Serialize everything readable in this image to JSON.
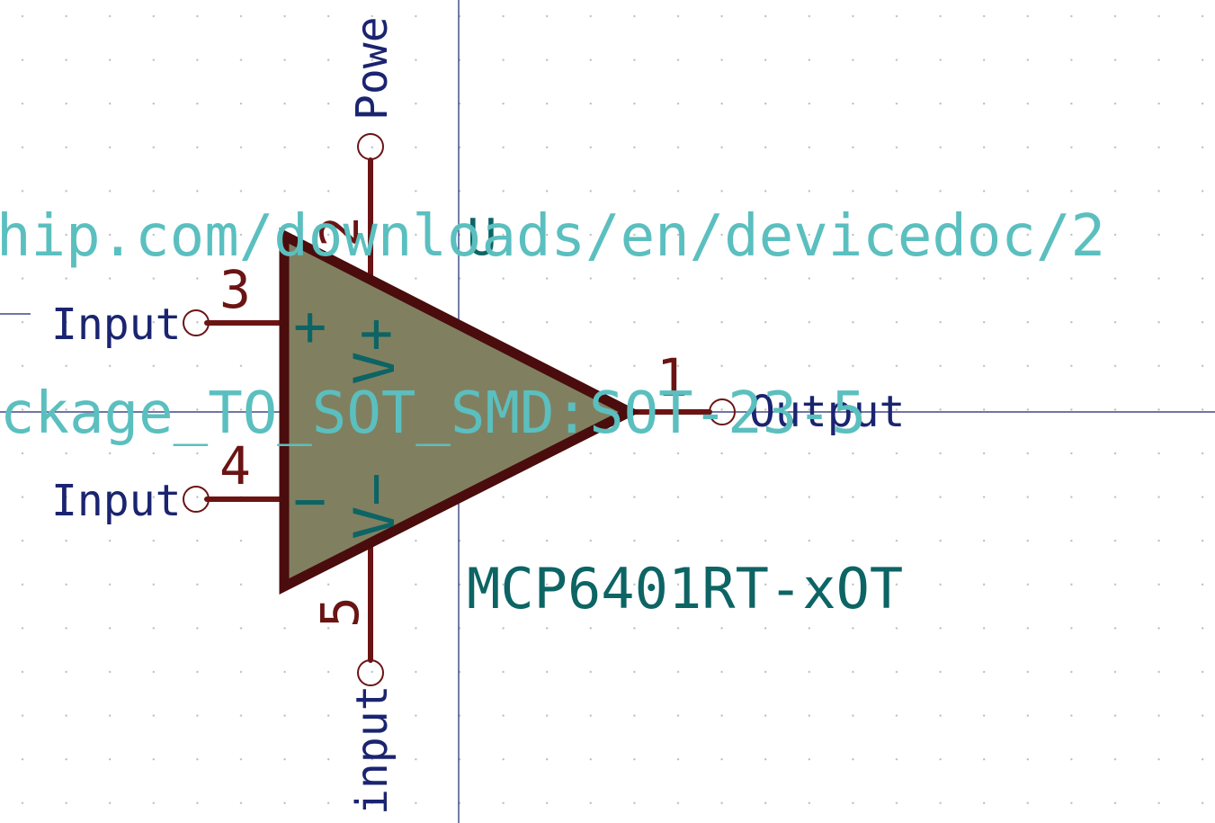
{
  "colors": {
    "background": "#ffffff",
    "grid_dot": "#b8b8b8",
    "body_fill": "#808060",
    "body_outline": "#4a0c0c",
    "pin": "#6b1414",
    "pin_name": "#1a2470",
    "symbol_text": "#0d6464",
    "overlay_text": "#5bbfbf"
  },
  "symbol": {
    "reference": "U",
    "value": "MCP6401RT-xOT",
    "footprint": "ckage_TO_SOT_SMD:SOT-23-5",
    "datasheet": "hip.com/downloads/en/devicedoc/2",
    "plus_sign": "+",
    "minus_sign": "−",
    "vplus_label": "V+",
    "vminus_label": "V−"
  },
  "pins": {
    "p1": {
      "number": "1",
      "name": "Output"
    },
    "p2": {
      "number": "2",
      "name": "Powe"
    },
    "p3": {
      "number": "3",
      "name": "Input"
    },
    "p4": {
      "number": "4",
      "name": "Input"
    },
    "p5": {
      "number": "5",
      "name": "input"
    }
  }
}
